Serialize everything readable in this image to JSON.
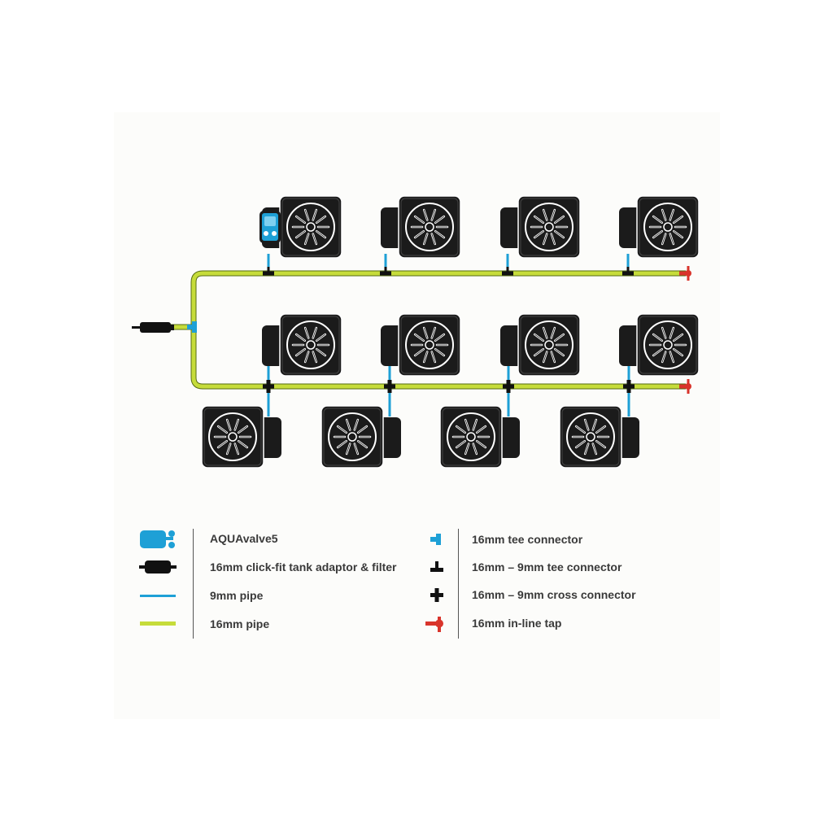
{
  "colors": {
    "pipe_16mm": "#c6dc3a",
    "pipe_9mm": "#1ea0d6",
    "aquavalve": "#1ea0d6",
    "pot": "#1b1b1b",
    "tap": "#d9342b",
    "connector": "#111111",
    "background": "#fcfcfa",
    "text": "#3a3a3a"
  },
  "legend": {
    "left": [
      {
        "icon": "aquavalve-icon",
        "label": "AQUAvalve5"
      },
      {
        "icon": "tank-adaptor-icon",
        "label": "16mm click-fit tank adaptor & filter"
      },
      {
        "icon": "pipe-9mm-icon",
        "label": "9mm pipe"
      },
      {
        "icon": "pipe-16mm-icon",
        "label": "16mm pipe"
      }
    ],
    "right": [
      {
        "icon": "tee-connector-16mm-icon",
        "label": "16mm tee connector"
      },
      {
        "icon": "tee-connector-16-9mm-icon",
        "label": "16mm – 9mm tee connector"
      },
      {
        "icon": "cross-connector-icon",
        "label": "16mm – 9mm cross connector"
      },
      {
        "icon": "inline-tap-icon",
        "label": "16mm in-line tap"
      }
    ]
  }
}
